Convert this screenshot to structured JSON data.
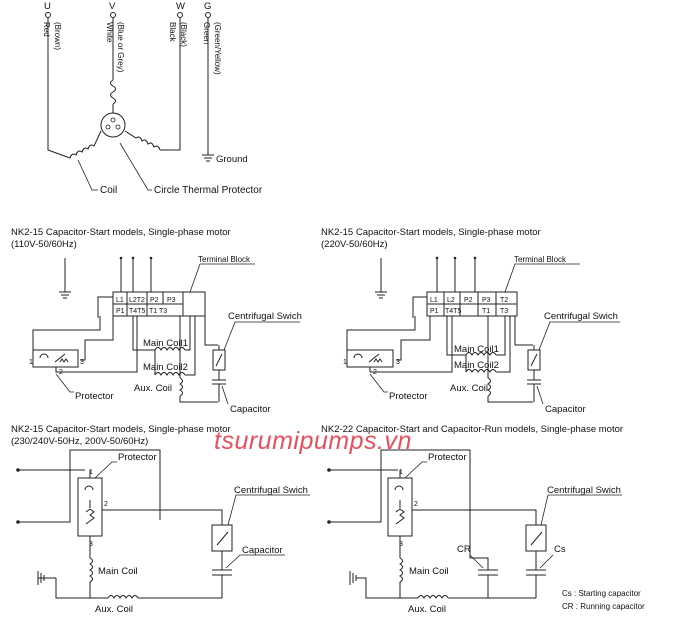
{
  "colors": {
    "watermark": "#e8505b",
    "line": "#222222"
  },
  "top": {
    "terminals": [
      "U",
      "V",
      "W",
      "G"
    ],
    "wire_u": [
      "Red",
      "(Brown)"
    ],
    "wire_v": [
      "White",
      "(Blue or Grey)"
    ],
    "wire_w": [
      "Black",
      "(Black)"
    ],
    "wire_g": [
      "Green",
      "(Green/Yellow)"
    ],
    "ground": "Ground",
    "coil": "Coil",
    "thermal": "Circle Thermal Protector"
  },
  "d1": {
    "title1": "NK2-15 Capacitor-Start models, Single-phase motor",
    "title2": "(110V-50/60Hz)",
    "terminal_block": "Terminal Block",
    "row1": [
      "L1",
      "L2T2",
      "P2",
      "P3"
    ],
    "row2": [
      "P1",
      "T4T5",
      "T1 T3"
    ],
    "centrifugal": "Centrifugal Swich",
    "main1": "Main Coil1",
    "main2": "Main Coil2",
    "aux": "Aux. Coil",
    "protector": "Protector",
    "capacitor": "Capacitor",
    "n1": "1",
    "n2": "2",
    "n3": "3"
  },
  "d2": {
    "title1": "NK2-15 Capacitor-Start models, Single-phase motor",
    "title2": "(220V-50/60Hz)",
    "terminal_block": "Terminal Block",
    "row1": [
      "L1",
      "L2",
      "P2",
      "P3",
      "T2"
    ],
    "row2": [
      "P1",
      "T4T5",
      "T1",
      "T3"
    ],
    "centrifugal": "Centrifugal Swich",
    "main1": "Main Coil1",
    "main2": "Main Coil2",
    "aux": "Aux. Coil",
    "protector": "Protector",
    "capacitor": "Capacitor",
    "n1": "1",
    "n2": "2",
    "n3": "3"
  },
  "d3": {
    "title1": "NK2-15 Capacitor-Start models, Single-phase motor",
    "title2": "(230/240V-50Hz, 200V-50/60Hz)",
    "protector": "Protector",
    "centrifugal": "Centrifugal Swich",
    "capacitor": "Capacitor",
    "main": "Main Coil",
    "aux": "Aux. Coil",
    "n1": "1",
    "n2": "2",
    "n3": "3"
  },
  "d4": {
    "title1": "NK2-22 Capacitor-Start and Capacitor-Run models, Single-phase motor",
    "protector": "Protector",
    "centrifugal": "Centrifugal Swich",
    "cr": "CR",
    "cs": "Cs",
    "main": "Main Coil",
    "aux": "Aux. Coil",
    "legend_cs": "Cs : Starting capacitor",
    "legend_cr": "CR : Running capacitor",
    "n1": "1",
    "n2": "2",
    "n3": "3"
  },
  "watermark": "tsurumipumps.vn"
}
